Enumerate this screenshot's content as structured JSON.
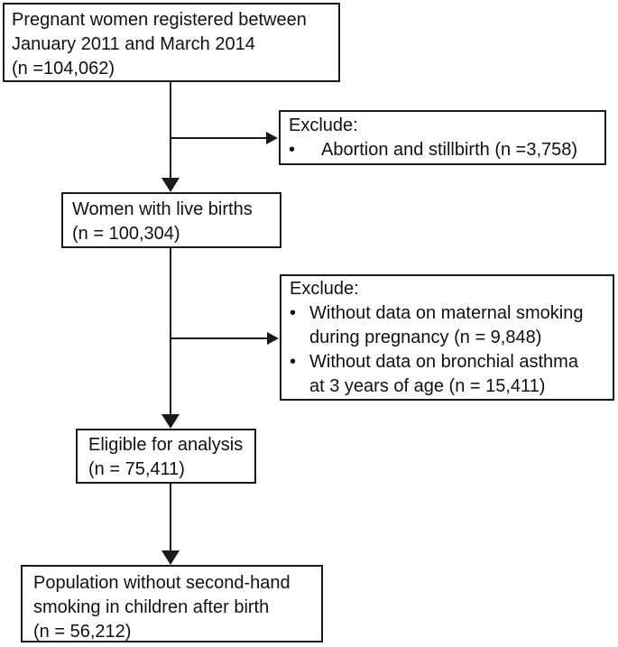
{
  "flowchart": {
    "bullet_char": "•",
    "colors": {
      "border": "#1a1a1a",
      "text": "#111111",
      "background": "#ffffff"
    },
    "boxes": {
      "registered": {
        "line1": "Pregnant women registered between",
        "line2": "January 2011 and March 2014",
        "line3": "(n =104,062)"
      },
      "exclude_abortion": {
        "title": "Exclude:",
        "bullet1": "Abortion and stillbirth (n =3,758)"
      },
      "live_births": {
        "line1": "Women with live births",
        "line2": "(n = 100,304)"
      },
      "exclude_missing_data": {
        "title": "Exclude:",
        "bullet1_line1": "Without data on maternal smoking",
        "bullet1_line2": "during pregnancy (n = 9,848)",
        "bullet2_line1": "Without data on bronchial asthma",
        "bullet2_line2": "at 3 years of age (n = 15,411)"
      },
      "eligible": {
        "line1": "Eligible for analysis",
        "line2": "(n = 75,411)"
      },
      "population": {
        "line1": "Population without second-hand",
        "line2": "smoking in children after birth",
        "line3": "(n = 56,212)"
      }
    }
  }
}
